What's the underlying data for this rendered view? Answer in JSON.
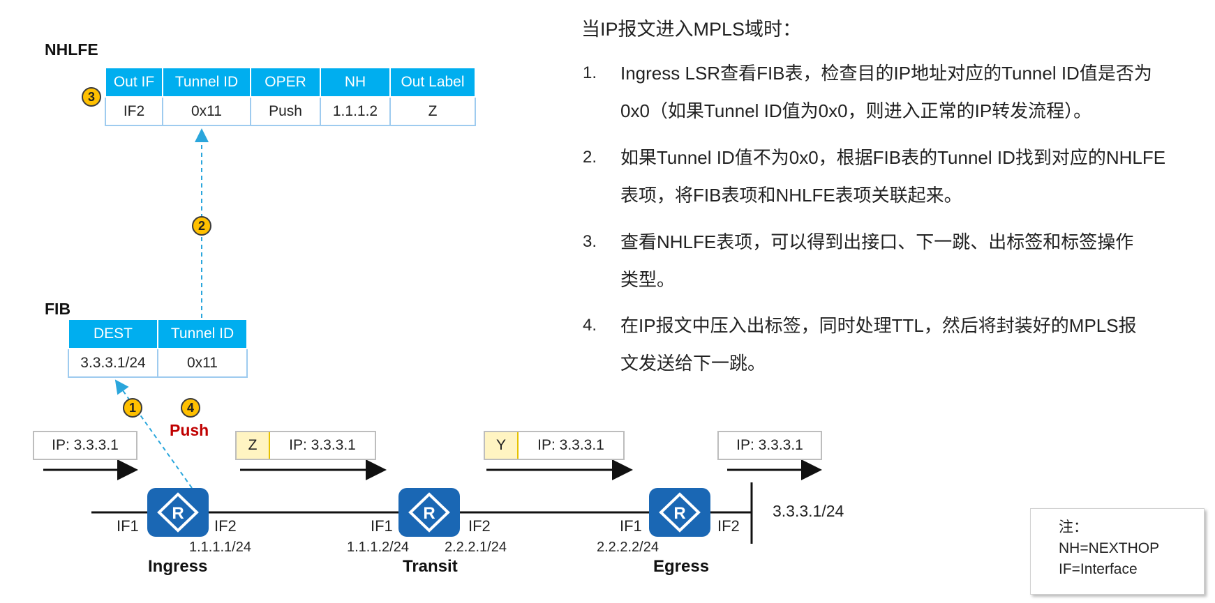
{
  "nhlfe": {
    "title": "NHLFE",
    "headers": [
      "Out IF",
      "Tunnel ID",
      "OPER",
      "NH",
      "Out Label"
    ],
    "row": [
      "IF2",
      "0x11",
      "Push",
      "1.1.1.2",
      "Z"
    ]
  },
  "fib": {
    "title": "FIB",
    "headers": [
      "DEST",
      "Tunnel ID"
    ],
    "row": [
      "3.3.3.1/24",
      "0x11"
    ]
  },
  "steps": {
    "s1": "1",
    "s2": "2",
    "s3": "3",
    "s4": "4"
  },
  "push_label": "Push",
  "packets": {
    "p1": {
      "ip": "IP: 3.3.3.1"
    },
    "p2": {
      "label": "Z",
      "ip": "IP: 3.3.3.1"
    },
    "p3": {
      "label": "Y",
      "ip": "IP: 3.3.3.1"
    },
    "p4": {
      "ip": "IP: 3.3.3.1"
    }
  },
  "routers": {
    "ingress": {
      "name": "Ingress",
      "if1": "IF1",
      "if2": "IF2",
      "addr": "1.1.1.1/24"
    },
    "transit": {
      "name": "Transit",
      "if1": "IF1",
      "if2": "IF2",
      "addr_left": "1.1.1.2/24",
      "addr_right": "2.2.2.1/24"
    },
    "egress": {
      "name": "Egress",
      "if1": "IF1",
      "if2": "IF2",
      "addr_left": "2.2.2.2/24"
    },
    "router_icon_letter": "R"
  },
  "dest_network": "3.3.3.1/24",
  "description": {
    "intro": "当IP报文进入MPLS域时：",
    "items": [
      {
        "num": "1.",
        "line1": "Ingress  LSR查看FIB表，检查目的IP地址对应的Tunnel  ID值是否为",
        "line2": "0x0（如果Tunnel ID值为0x0，则进入正常的IP转发流程）。"
      },
      {
        "num": "2.",
        "line1": "如果Tunnel  ID值不为0x0，根据FIB表的Tunnel  ID找到对应的NHLFE",
        "line2": "表项，将FIB表项和NHLFE表项关联起来。"
      },
      {
        "num": "3.",
        "line1": "查看NHLFE表项，可以得到出接口、下一跳、出标签和标签操作",
        "line2": "类型。"
      },
      {
        "num": "4.",
        "line1": "在IP报文中压入出标签，同时处理TTL，然后将封装好的MPLS报",
        "line2": "文发送给下一跳。"
      }
    ]
  },
  "note": {
    "title": "注：",
    "line1": "NH=NEXTHOP",
    "line2": "IF=Interface"
  },
  "colors": {
    "table_header": "#00aeef",
    "router": "#1a67b4",
    "step_badge": "#ffc000",
    "push": "#c00000",
    "arrow_dashed": "#2aa6dc"
  }
}
